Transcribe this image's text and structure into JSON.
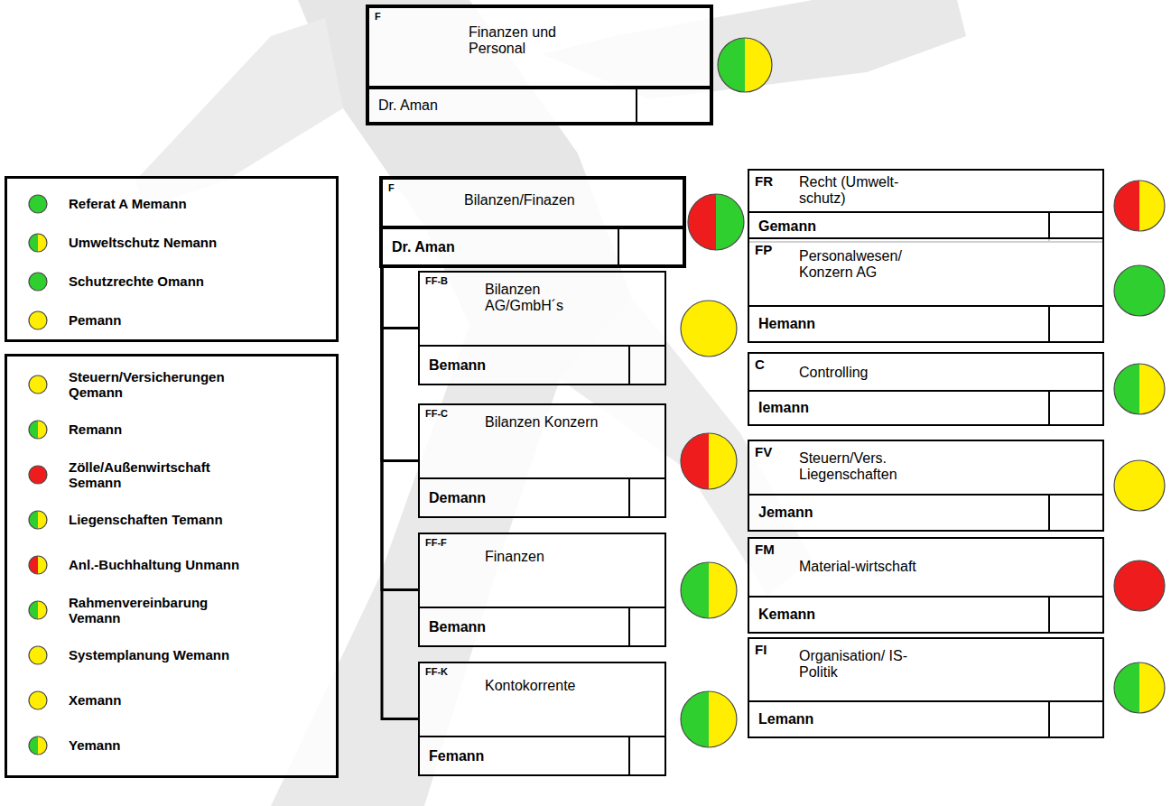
{
  "diagram": {
    "nodes": [
      {
        "text": [
          "F",
          "Finanzen und Personal",
          "Dr. Aman"
        ]
      },
      {
        "text": [
          "Referat A Memann",
          "Umweltschutz Nemann",
          "Schutzrechte Omann",
          "Pemann"
        ]
      },
      {
        "text": [
          "Steuern/Versicherungen Qemann",
          "Remann",
          "Zölle/Außenwirtschaft Semann",
          "Liegenschaften Temann",
          "Anl.-Buchhaltung Unmann",
          "Rahmenvereinbarung Vemann",
          "Systemplanung Wemann",
          "Xemann",
          "Yemann"
        ]
      },
      {
        "text": [
          "F",
          "Bilanzen/Finazen",
          "Dr. Aman"
        ]
      },
      {
        "text": [
          "FF-B",
          "Bilanzen AG/GmbH´s",
          "Bemann"
        ]
      },
      {
        "text": [
          "FF-C",
          "Bilanzen Konzern",
          "Demann"
        ]
      },
      {
        "text": [
          "FF-F",
          "Finanzen",
          "Bemann"
        ]
      },
      {
        "text": [
          "FF-K",
          "Kontokorrente",
          "Femann"
        ]
      },
      {
        "text": [
          "FR",
          "Recht (Umwelt- schutz)",
          "Gemann"
        ]
      },
      {
        "text": [
          "FP",
          "Personalwesen/ Konzern AG",
          "Hemann"
        ]
      },
      {
        "text": [
          "C",
          "Controlling",
          "Iemann"
        ]
      },
      {
        "text": [
          "FV",
          "Steuern/Vers. Liegenschaften",
          "Jemann"
        ]
      },
      {
        "text": [
          "FM",
          "Material-wirtschaft",
          "Kemann"
        ]
      },
      {
        "text": [
          "FI",
          "Organisation/ IS-Politik",
          "Lemann"
        ]
      }
    ],
    "edges": [
      {
        "from": 3,
        "to": 4,
        "arrow": "none"
      },
      {
        "from": 3,
        "to": 5,
        "arrow": "none"
      },
      {
        "from": 3,
        "to": 6,
        "arrow": "none"
      },
      {
        "from": 3,
        "to": 7,
        "arrow": "none"
      }
    ]
  }
}
